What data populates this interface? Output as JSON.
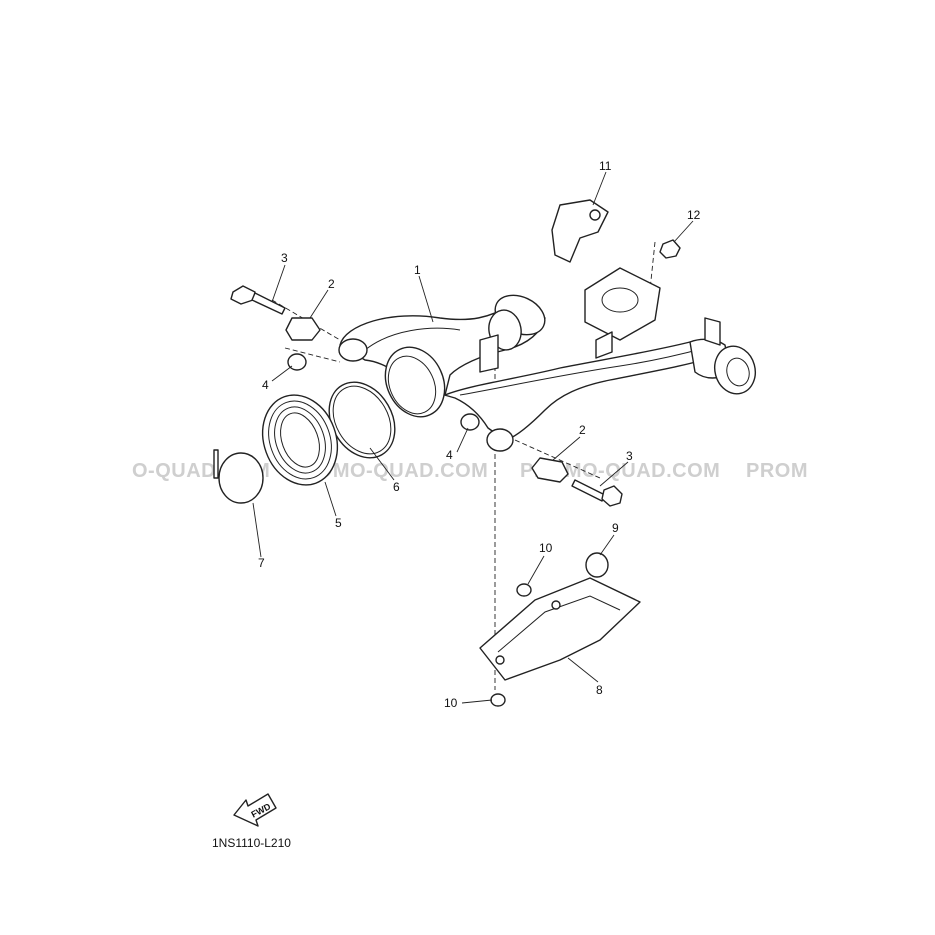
{
  "diagram": {
    "drawing_code": "1NS1110-L210",
    "watermark": {
      "segments": [
        "O-QUAD.COM",
        "PROMO-QUAD.COM",
        "PROMO-QUAD.COM",
        "PROM"
      ]
    },
    "fwd_label": "FWD",
    "callouts": [
      {
        "id": "c1",
        "label": "1"
      },
      {
        "id": "c2a",
        "label": "2"
      },
      {
        "id": "c2b",
        "label": "2"
      },
      {
        "id": "c3a",
        "label": "3"
      },
      {
        "id": "c3b",
        "label": "3"
      },
      {
        "id": "c4a",
        "label": "4"
      },
      {
        "id": "c4b",
        "label": "4"
      },
      {
        "id": "c5",
        "label": "5"
      },
      {
        "id": "c6",
        "label": "6"
      },
      {
        "id": "c7",
        "label": "7"
      },
      {
        "id": "c8",
        "label": "8"
      },
      {
        "id": "c9",
        "label": "9"
      },
      {
        "id": "c10a",
        "label": "10"
      },
      {
        "id": "c10b",
        "label": "10"
      },
      {
        "id": "c11",
        "label": "11"
      },
      {
        "id": "c12",
        "label": "12"
      }
    ]
  }
}
